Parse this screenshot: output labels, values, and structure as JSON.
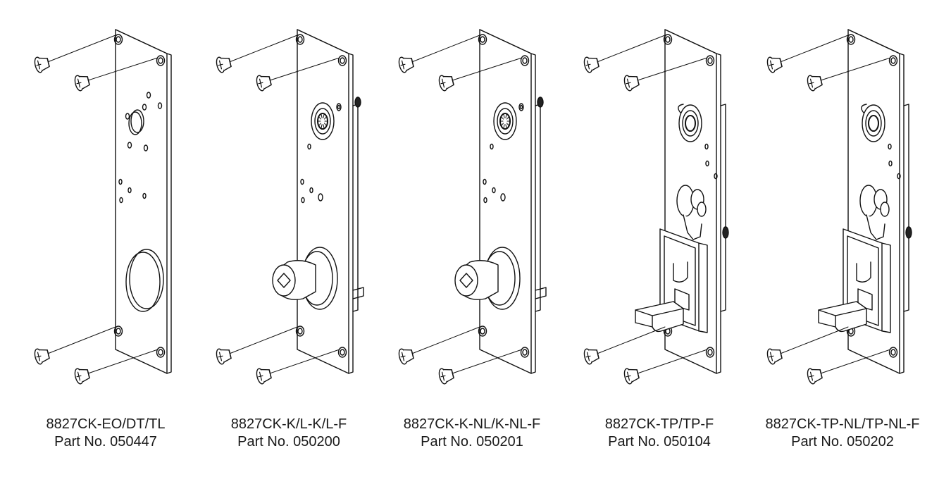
{
  "figure": {
    "products": [
      {
        "model": "8827CK-EO/DT/TL",
        "part": "Part No. 050447",
        "variant": "blank-plate"
      },
      {
        "model": "8827CK-K/L-K/L-F",
        "part": "Part No. 050200",
        "variant": "key-cylinder"
      },
      {
        "model": "8827CK-K-NL/K-NL-F",
        "part": "Part No. 050201",
        "variant": "key-cylinder"
      },
      {
        "model": "8827CK-TP/TP-F",
        "part": "Part No. 050104",
        "variant": "thumb-piece"
      },
      {
        "model": "8827CK-TP-NL/TP-NL-F",
        "part": "Part No. 050202",
        "variant": "thumb-piece"
      }
    ]
  }
}
